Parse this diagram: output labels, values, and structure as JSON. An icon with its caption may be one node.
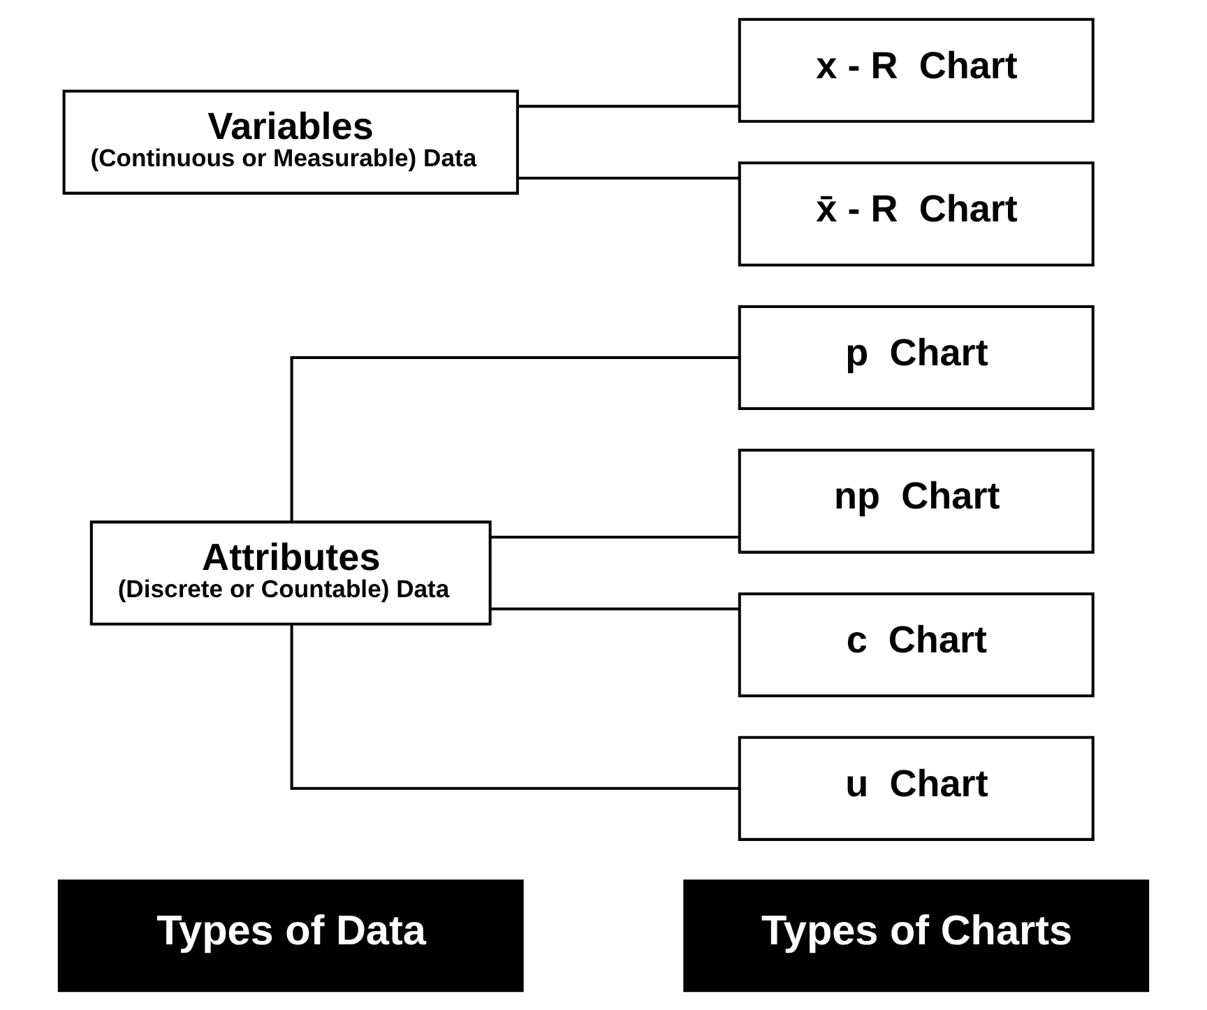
{
  "diagram": {
    "nodes": [
      {
        "text": [
          "Attributes",
          "(Discrete or Countable) Data"
        ]
      },
      {
        "text": [
          "p  Chart"
        ]
      },
      {
        "text": [
          "np  Chart"
        ]
      },
      {
        "text": [
          "c  Chart"
        ]
      },
      {
        "text": [
          "u  Chart"
        ]
      },
      {
        "text": [
          "Variables",
          "(Continuous or Measurable) Data"
        ]
      },
      {
        "text": [
          "x - R  Chart"
        ]
      },
      {
        "text": [
          "x̄ - R  Chart"
        ]
      }
    ],
    "edges": [
      {
        "from": 0,
        "to": 1,
        "arrow": "none"
      },
      {
        "from": 0,
        "to": 2,
        "arrow": "none"
      },
      {
        "from": 0,
        "to": 3,
        "arrow": "none"
      },
      {
        "from": 0,
        "to": 4,
        "arrow": "none"
      },
      {
        "from": 5,
        "to": 6,
        "arrow": "none"
      },
      {
        "from": 5,
        "to": 7,
        "arrow": "none"
      }
    ],
    "labels": [
      "Types of Data",
      "Types of Charts"
    ]
  }
}
